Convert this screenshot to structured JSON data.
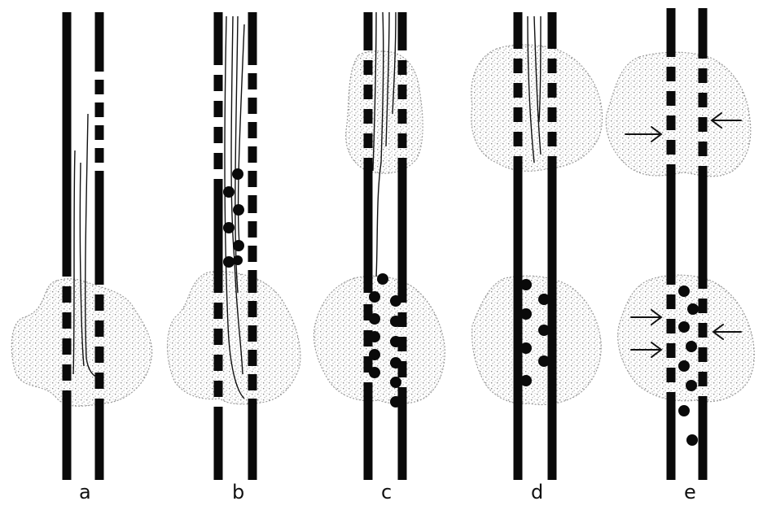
{
  "figure": {
    "panels": [
      {
        "id": "a",
        "label": "a"
      },
      {
        "id": "b",
        "label": "b"
      },
      {
        "id": "c",
        "label": "c"
      },
      {
        "id": "d",
        "label": "d"
      },
      {
        "id": "e",
        "label": "e"
      }
    ]
  },
  "colors": {
    "wall": "#0a0a0a",
    "stipple": "#9a9a9a",
    "background": "#ffffff"
  }
}
